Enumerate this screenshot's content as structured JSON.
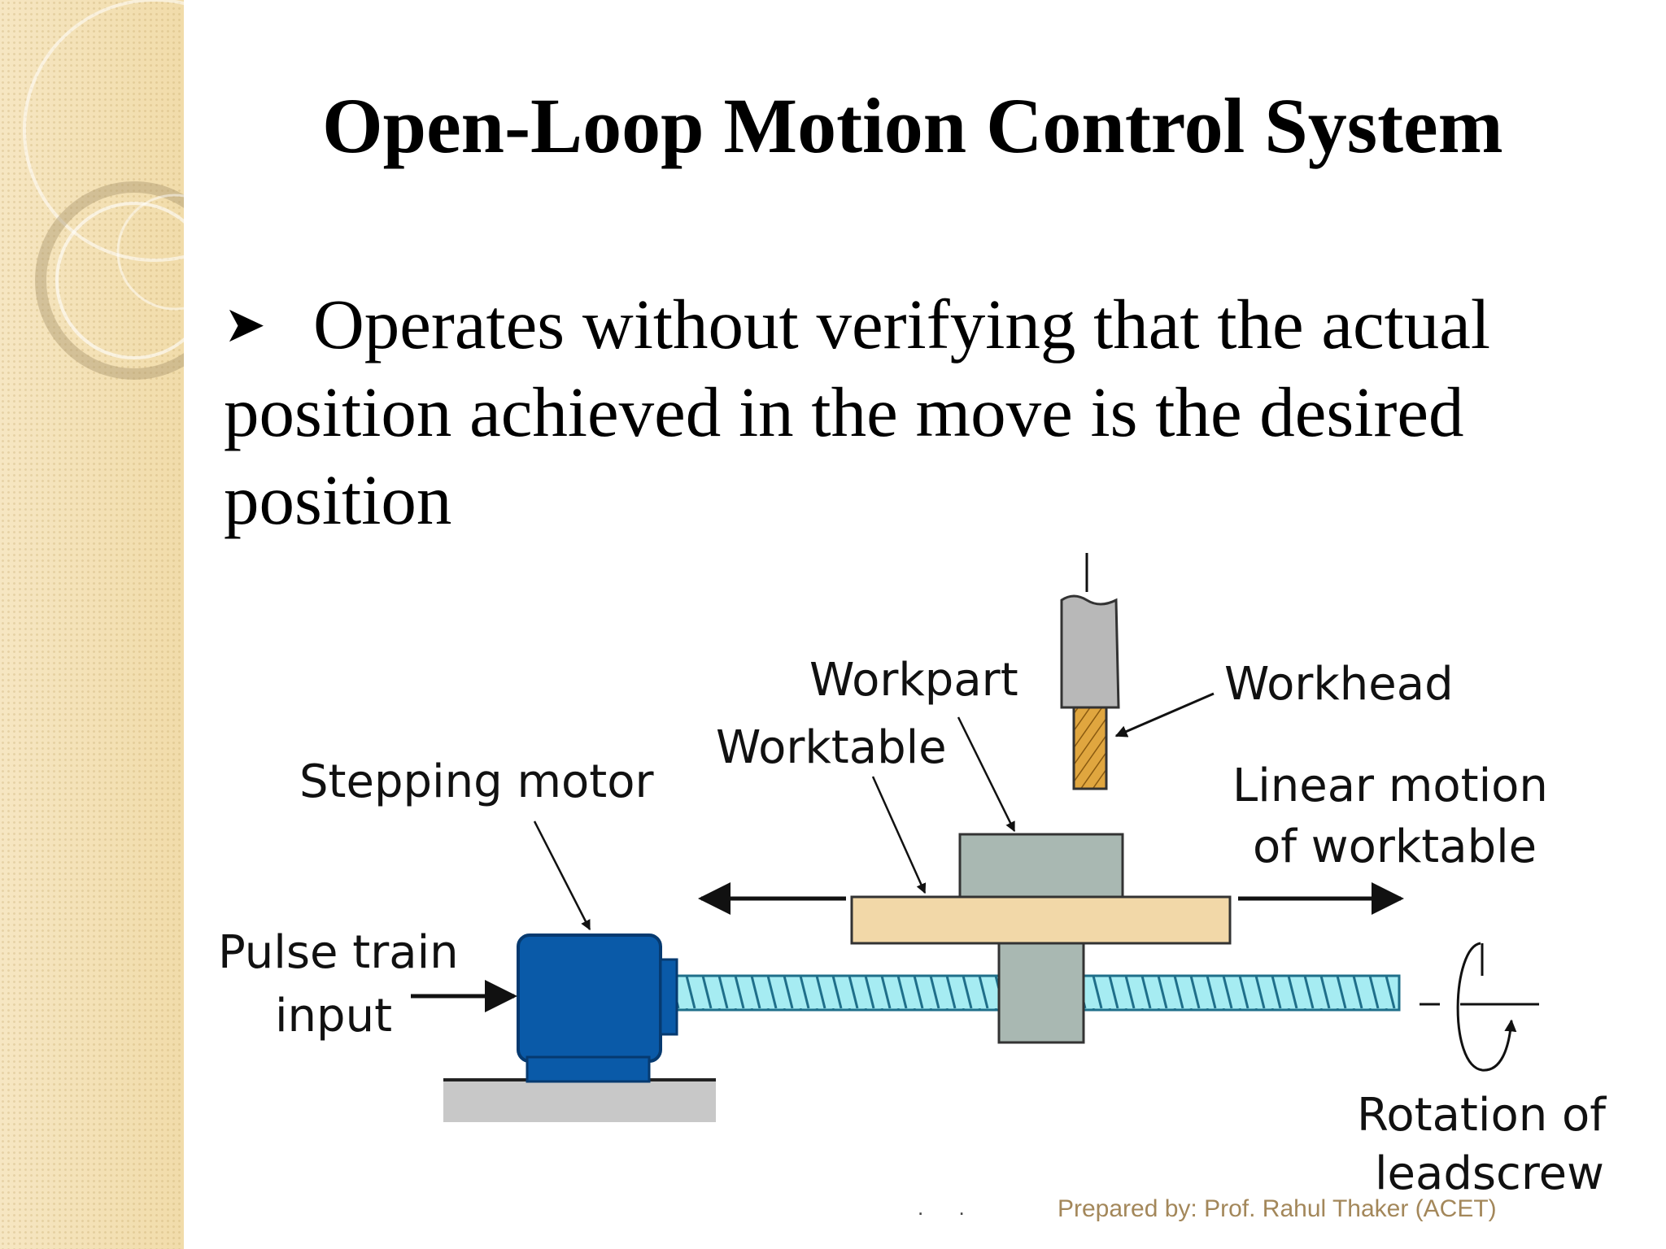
{
  "slide": {
    "title": "Open-Loop Motion Control System",
    "bullet_text": "Operates without verifying that the actual position achieved in the move is the desired position",
    "bullet_icon": "arrowhead-bullet-icon",
    "footer": "Prepared by: Prof. Rahul Thaker (ACET)",
    "footer_dots": ". ."
  },
  "diagram": {
    "labels": {
      "workpart": "Workpart",
      "workhead": "Workhead",
      "worktable": "Worktable",
      "stepping_motor": "Stepping motor",
      "linear_motion_1": "Linear motion",
      "linear_motion_2": "of worktable",
      "pulse_train_1": "Pulse train",
      "pulse_train_2": "input",
      "rotation_1": "Rotation of",
      "rotation_2": "leadscrew"
    },
    "colors": {
      "motor": "#0a5aa8",
      "leadscrew": "#9ee8ef",
      "worktable": "#f2d8a8",
      "workpart": "#a9b8b2",
      "workhead_tool": "#d9a441",
      "base": "#c8c8c8"
    }
  }
}
